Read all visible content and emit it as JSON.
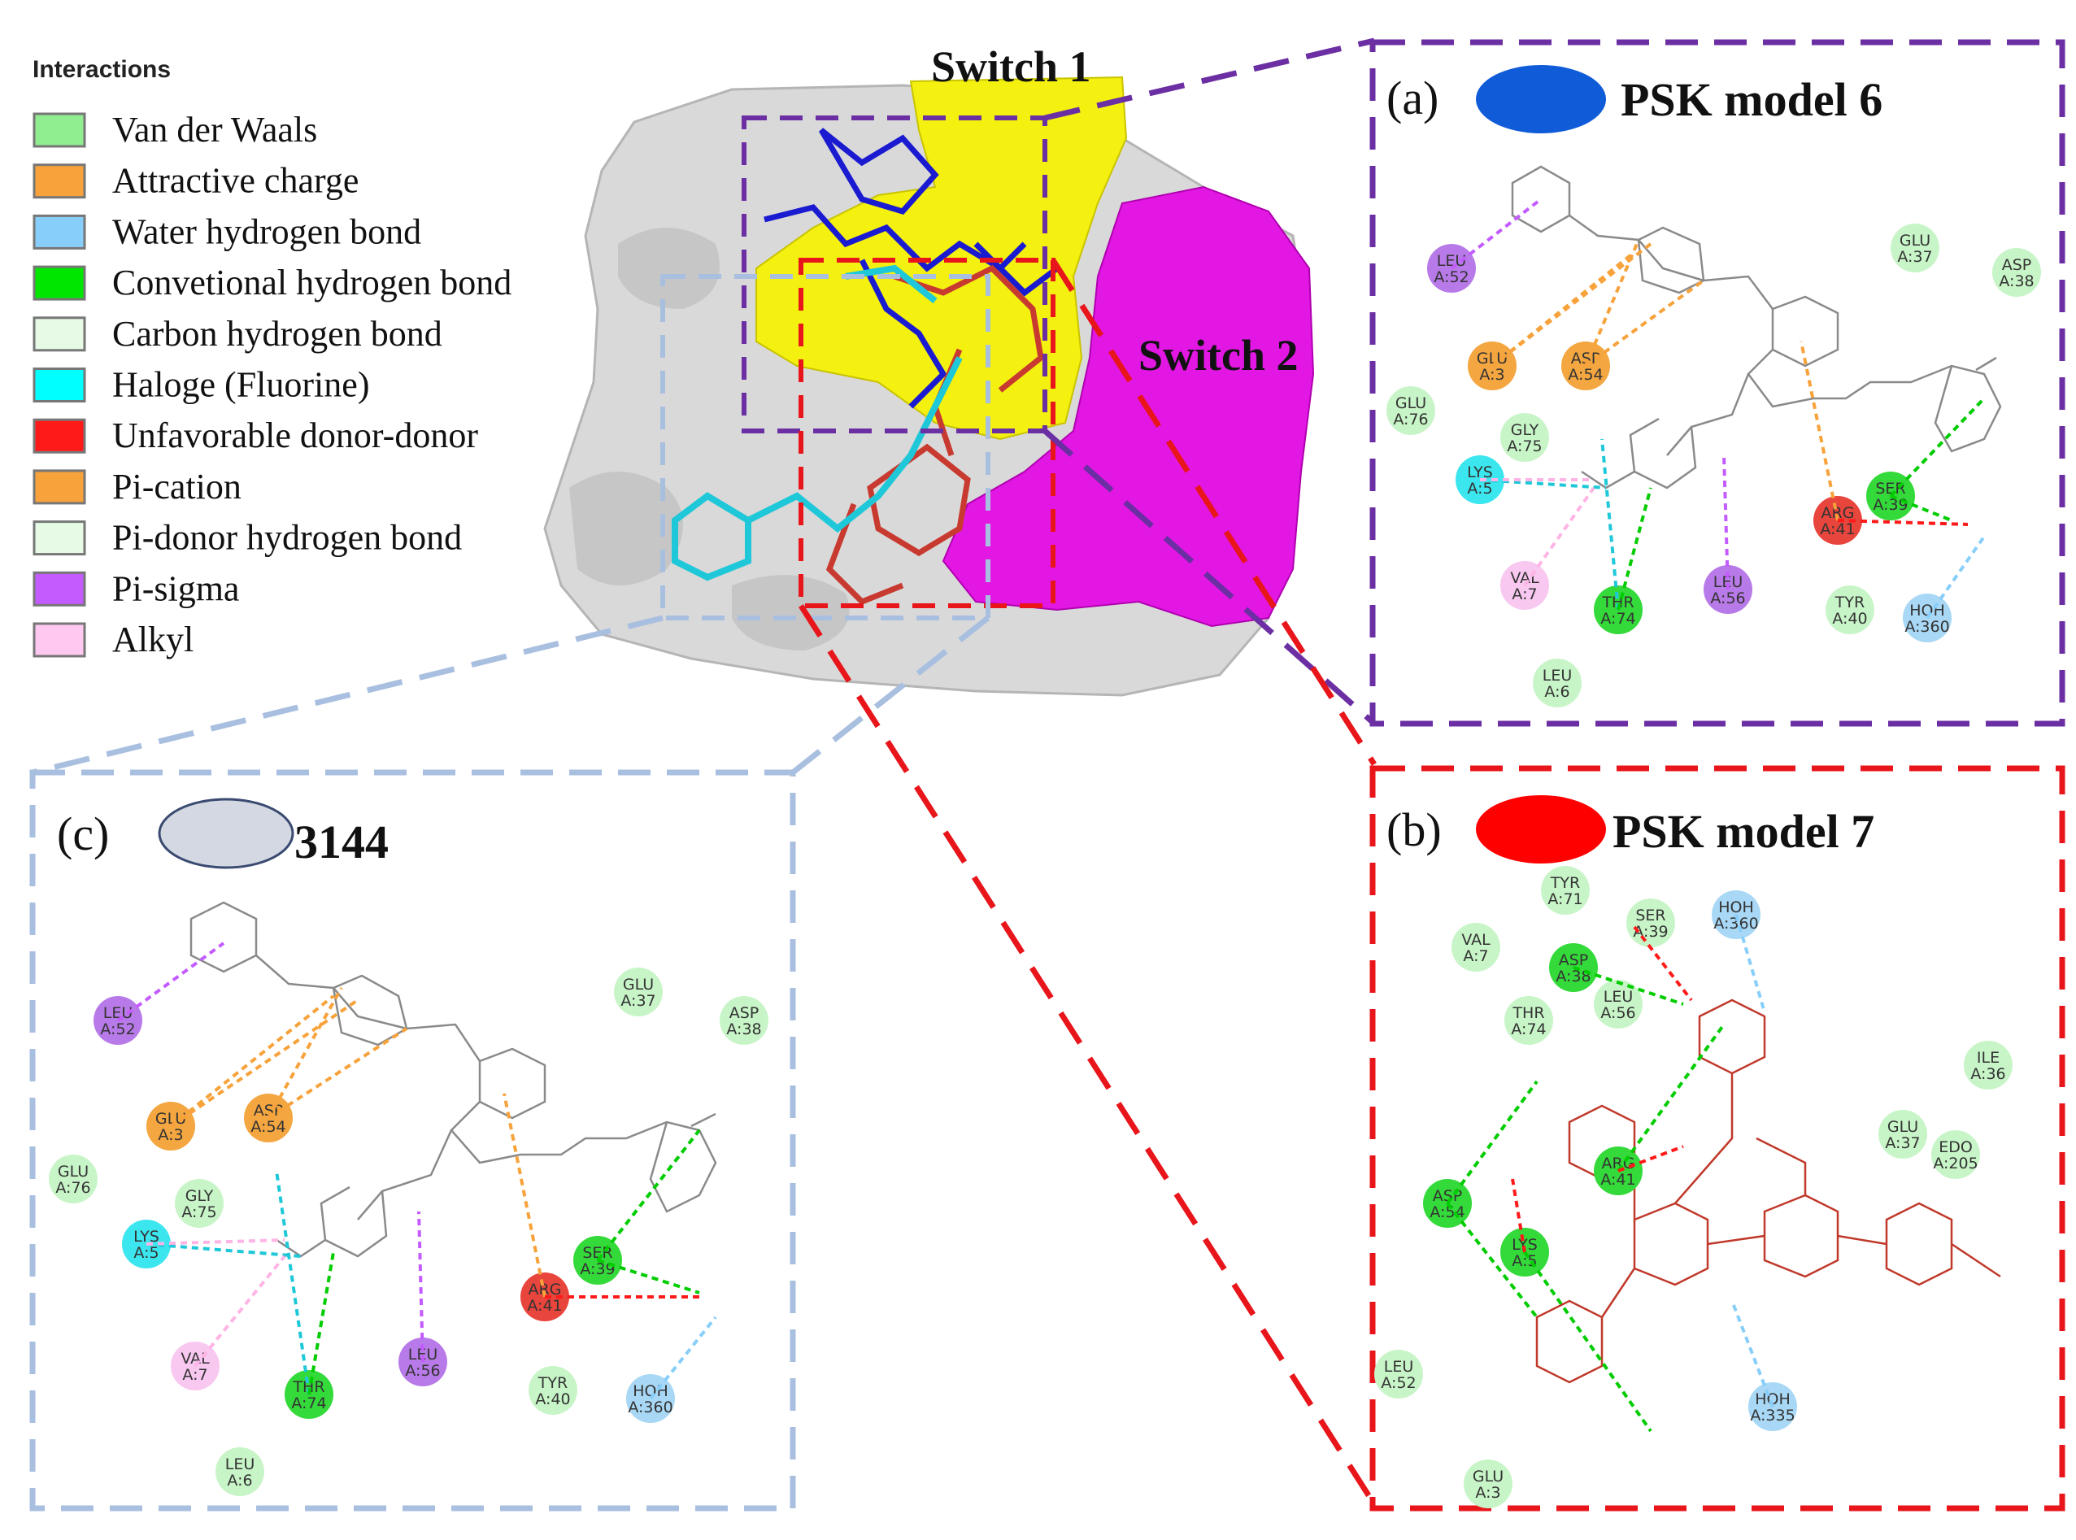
{
  "legend": {
    "title": "Interactions",
    "items": [
      {
        "label": "Van der Waals",
        "color": "#90ee90"
      },
      {
        "label": "Attractive charge",
        "color": "#f7a23a"
      },
      {
        "label": "Water hydrogen bond",
        "color": "#87cefa"
      },
      {
        "label": "Convetional hydrogen bond",
        "color": "#00e600"
      },
      {
        "label": "Carbon hydrogen bond",
        "color": "#e6fae6"
      },
      {
        "label": "Haloge (Fluorine)",
        "color": "#00ffff"
      },
      {
        "label": "Unfavorable donor-donor",
        "color": "#ff1a1a"
      },
      {
        "label": "Pi-cation",
        "color": "#f7a23a"
      },
      {
        "label": "Pi-donor hydrogen bond",
        "color": "#e6fae6"
      },
      {
        "label": "Pi-sigma",
        "color": "#c35bff"
      },
      {
        "label": "Alkyl",
        "color": "#ffc8f0"
      }
    ]
  },
  "structure": {
    "switch1": "Switch 1",
    "switch2": "Switch 2"
  },
  "panels": {
    "a": {
      "letter": "(a)",
      "title": "PSK model 6",
      "ligand_color": "#0f5bd8",
      "frame_color": "#6b2fa3"
    },
    "b": {
      "letter": "(b)",
      "title": "PSK model 7",
      "ligand_color": "#ff0000",
      "frame_color": "#e8151b"
    },
    "c": {
      "letter": "(c)",
      "title": "3144",
      "ligand_color": "#d3d8e2",
      "frame_color": "#a9bfe0"
    }
  },
  "residue_colors": {
    "vdw": "#c8f5c8",
    "charge": "#f4a640",
    "water": "#a8d8f5",
    "hbond": "#34d93a",
    "halogen": "#3ce6ee",
    "unfav": "#e8453c",
    "pisigma": "#b87ae8",
    "alkyl": "#f8c8f0"
  },
  "residues_a": [
    {
      "name": "LEU",
      "num": "A:52",
      "type": "pisigma"
    },
    {
      "name": "GLU",
      "num": "A:37",
      "type": "vdw"
    },
    {
      "name": "ASP",
      "num": "A:38",
      "type": "vdw"
    },
    {
      "name": "GLU",
      "num": "A:3",
      "type": "charge"
    },
    {
      "name": "ASP",
      "num": "A:54",
      "type": "charge"
    },
    {
      "name": "GLU",
      "num": "A:76",
      "type": "vdw"
    },
    {
      "name": "GLY",
      "num": "A:75",
      "type": "vdw"
    },
    {
      "name": "LYS",
      "num": "A:5",
      "type": "halogen"
    },
    {
      "name": "SER",
      "num": "A:39",
      "type": "hbond"
    },
    {
      "name": "ARG",
      "num": "A:41",
      "type": "unfav"
    },
    {
      "name": "VAL",
      "num": "A:7",
      "type": "alkyl"
    },
    {
      "name": "THR",
      "num": "A:74",
      "type": "hbond"
    },
    {
      "name": "LEU",
      "num": "A:56",
      "type": "pisigma"
    },
    {
      "name": "TYR",
      "num": "A:40",
      "type": "vdw"
    },
    {
      "name": "HOH",
      "num": "A:360",
      "type": "water"
    },
    {
      "name": "LEU",
      "num": "A:6",
      "type": "vdw"
    }
  ],
  "residues_b": [
    {
      "name": "TYR",
      "num": "A:71",
      "type": "vdw"
    },
    {
      "name": "VAL",
      "num": "A:7",
      "type": "vdw"
    },
    {
      "name": "SER",
      "num": "A:39",
      "type": "vdw"
    },
    {
      "name": "HOH",
      "num": "A:360",
      "type": "water"
    },
    {
      "name": "ASP",
      "num": "A:38",
      "type": "hbond"
    },
    {
      "name": "LEU",
      "num": "A:56",
      "type": "vdw"
    },
    {
      "name": "THR",
      "num": "A:74",
      "type": "vdw"
    },
    {
      "name": "ILE",
      "num": "A:36",
      "type": "vdw"
    },
    {
      "name": "GLU",
      "num": "A:37",
      "type": "vdw"
    },
    {
      "name": "EDO",
      "num": "A:205",
      "type": "vdw"
    },
    {
      "name": "ASP",
      "num": "A:54",
      "type": "hbond"
    },
    {
      "name": "ARG",
      "num": "A:41",
      "type": "hbond"
    },
    {
      "name": "LYS",
      "num": "A:5",
      "type": "hbond"
    },
    {
      "name": "LEU",
      "num": "A:52",
      "type": "vdw"
    },
    {
      "name": "HOH",
      "num": "A:335",
      "type": "water"
    },
    {
      "name": "GLU",
      "num": "A:3",
      "type": "vdw"
    }
  ],
  "residues_c": [
    {
      "name": "LEU",
      "num": "A:52",
      "type": "pisigma"
    },
    {
      "name": "GLU",
      "num": "A:37",
      "type": "vdw"
    },
    {
      "name": "ASP",
      "num": "A:38",
      "type": "vdw"
    },
    {
      "name": "GLU",
      "num": "A:3",
      "type": "charge"
    },
    {
      "name": "ASP",
      "num": "A:54",
      "type": "charge"
    },
    {
      "name": "GLU",
      "num": "A:76",
      "type": "vdw"
    },
    {
      "name": "GLY",
      "num": "A:75",
      "type": "vdw"
    },
    {
      "name": "LYS",
      "num": "A:5",
      "type": "halogen"
    },
    {
      "name": "SER",
      "num": "A:39",
      "type": "hbond"
    },
    {
      "name": "ARG",
      "num": "A:41",
      "type": "unfav"
    },
    {
      "name": "VAL",
      "num": "A:7",
      "type": "alkyl"
    },
    {
      "name": "THR",
      "num": "A:74",
      "type": "hbond"
    },
    {
      "name": "LEU",
      "num": "A:56",
      "type": "pisigma"
    },
    {
      "name": "TYR",
      "num": "A:40",
      "type": "vdw"
    },
    {
      "name": "HOH",
      "num": "A:360",
      "type": "water"
    },
    {
      "name": "LEU",
      "num": "A:6",
      "type": "vdw"
    }
  ]
}
